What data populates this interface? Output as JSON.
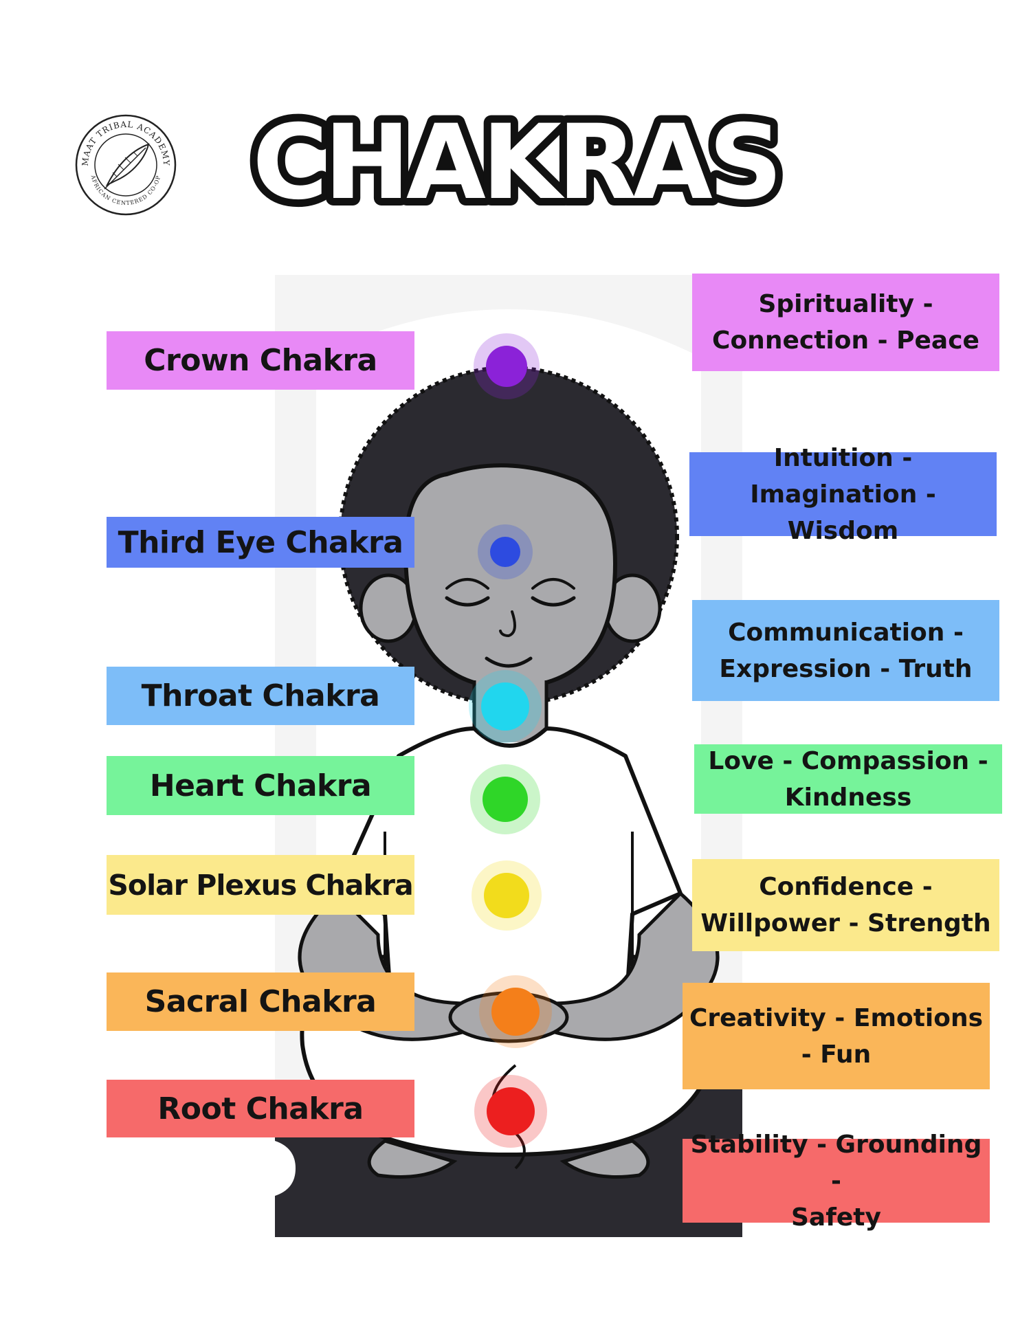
{
  "logo": {
    "text_top": "MAAT TRIBAL ACADEMY",
    "text_bottom": "AFRICAN CENTERED CO-OP"
  },
  "title": "CHAKRAS",
  "chakras": [
    {
      "label": "Crown Chakra",
      "description": "Spirituality - Connection - Peace",
      "description_lines": [
        "Spirituality -",
        "Connection - Peace"
      ],
      "color": "#8b22d8",
      "box_color": "#e889f6"
    },
    {
      "label": "Third Eye Chakra",
      "description": "Intuition - Imagination - Wisdom",
      "description_lines": [
        "Intuition - Imagination -",
        "Wisdom"
      ],
      "color": "#2d4be0",
      "box_color": "#6182f4"
    },
    {
      "label": "Throat Chakra",
      "description": "Communication - Expression - Truth",
      "description_lines": [
        "Communication -",
        "Expression - Truth"
      ],
      "color": "#21d6ee",
      "box_color": "#7dbdf8"
    },
    {
      "label": "Heart Chakra",
      "description": "Love - Compassion - Kindness",
      "description_lines": [
        "Love - Compassion -",
        "Kindness"
      ],
      "color": "#2fd628",
      "box_color": "#76f39a"
    },
    {
      "label": "Solar Plexus Chakra",
      "description": "Confidence - Willpower - Strength",
      "description_lines": [
        "Confidence -",
        "Willpower - Strength"
      ],
      "color": "#f2dc1c",
      "box_color": "#fbe98c"
    },
    {
      "label": "Sacral Chakra",
      "description": "Creativity - Emotions - Fun",
      "description_lines": [
        "Creativity - Emotions",
        "- Fun"
      ],
      "color": "#f47f1a",
      "box_color": "#fab659"
    },
    {
      "label": "Root Chakra",
      "description": "Stability - Grounding - Safety",
      "description_lines": [
        "Stability - Grounding -",
        "Safety"
      ],
      "color": "#ec1f1f",
      "box_color": "#f66a6a"
    }
  ]
}
